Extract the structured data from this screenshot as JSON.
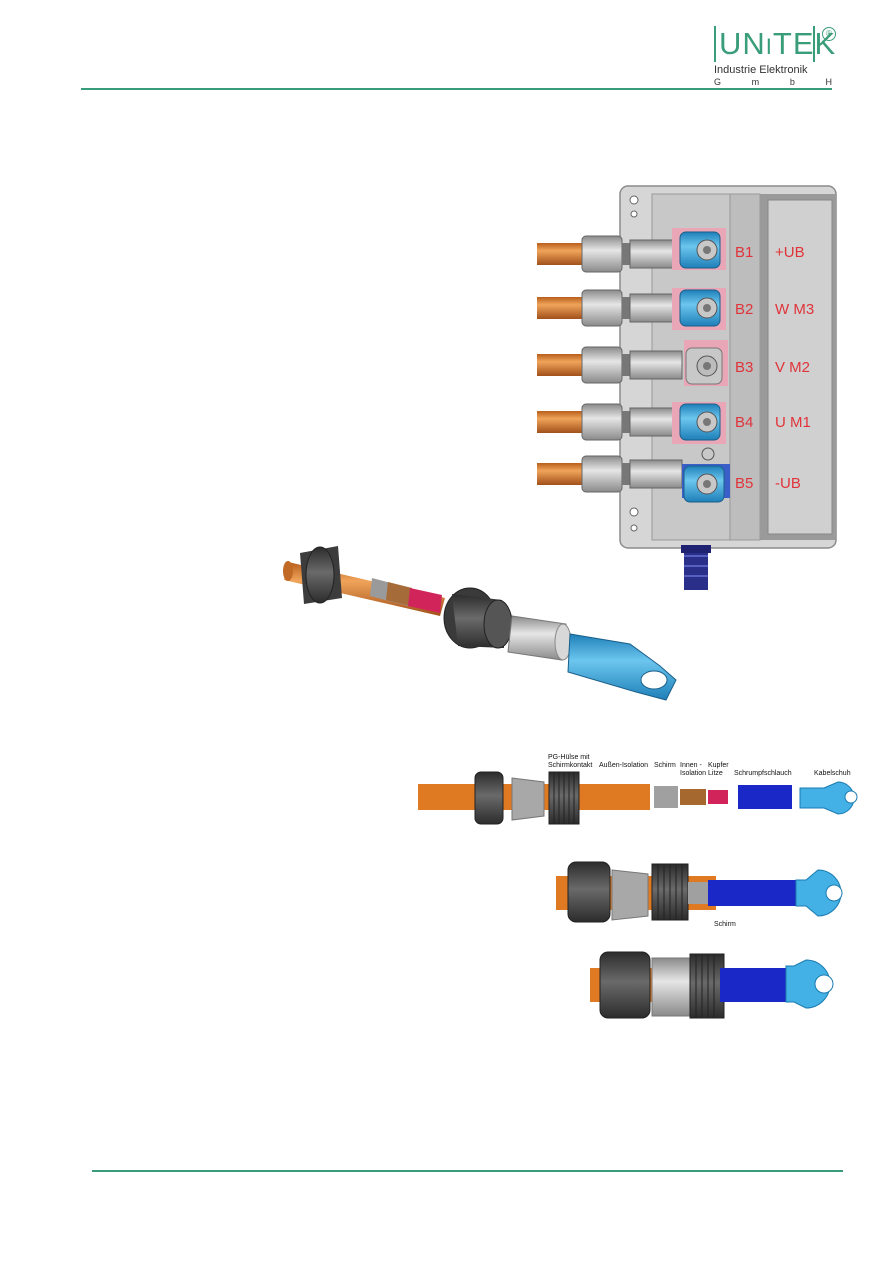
{
  "logo": {
    "name": "UNiTEK",
    "subtitle": "Industrie Elektronik",
    "gmbh": [
      "G",
      "m",
      "b",
      "H"
    ],
    "registered": "®"
  },
  "terminals": [
    {
      "id": "B1",
      "signal": "+UB"
    },
    {
      "id": "B2",
      "signal": "W M3"
    },
    {
      "id": "B3",
      "signal": "V M2"
    },
    {
      "id": "B4",
      "signal": "U  M1"
    },
    {
      "id": "B5",
      "signal": "-UB"
    }
  ],
  "parts_labels": {
    "pg_huelse": [
      "PG-Hülse mit",
      "Schirmkontakt"
    ],
    "aussen_isolation": "Außen-Isolation",
    "schirm": "Schirm",
    "innen_isolation": [
      "Innen -",
      "Isolation"
    ],
    "kupfer_litze": [
      "Kupfer",
      "Litze"
    ],
    "schrumpfschlauch": "Schrumpfschlauch",
    "kabelschuh": "Kabelschuh"
  },
  "step2_label": "Schirm",
  "colors": {
    "brand": "#3a9d7a",
    "copper": "#d47a2a",
    "terminal_text": "#e0343a",
    "lug_blue": "#3aa5d8",
    "shrink_blue": "#1a28c8",
    "gland_dark": "#4a4a4a"
  }
}
